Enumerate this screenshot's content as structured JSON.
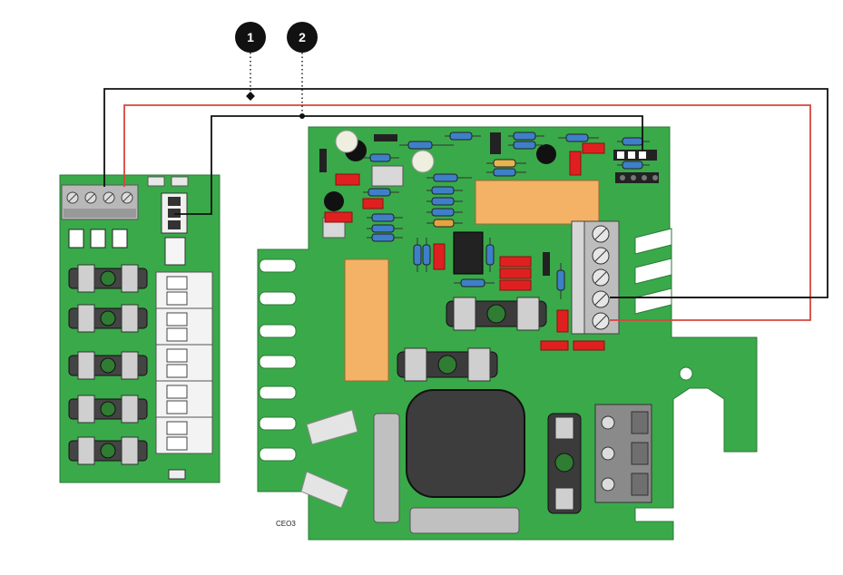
{
  "callouts": [
    {
      "number": "1"
    },
    {
      "number": "2"
    }
  ],
  "board_caption": "CEO3",
  "colors": {
    "pcb_green": "#3aa94a",
    "wire_black": "#111111",
    "wire_red": "#d6453d",
    "component_red": "#e02020",
    "relay_orange": "#f4b266"
  }
}
